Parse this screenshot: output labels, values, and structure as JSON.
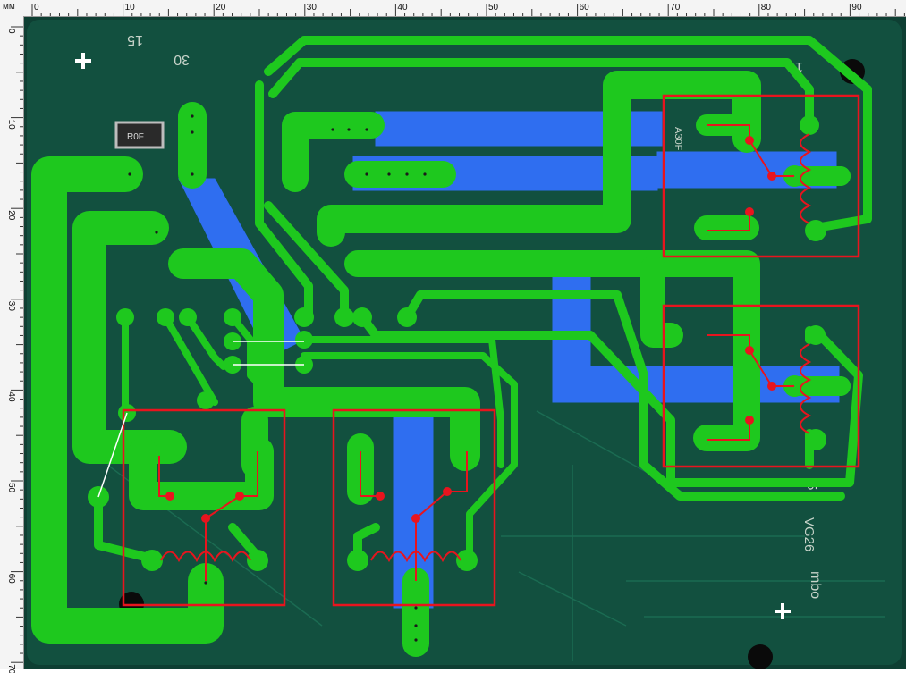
{
  "ruler": {
    "unit": "мм",
    "x_labels": [
      "0",
      "10",
      "20",
      "30",
      "40",
      "50",
      "60",
      "70",
      "80",
      "90"
    ],
    "y_labels": [
      "0",
      "10",
      "20",
      "30",
      "40",
      "50",
      "60",
      "70"
    ]
  },
  "silkscreen": {
    "label_15": "15",
    "label_30": "30",
    "label_16": "16",
    "label_5": "5",
    "label_vg26": "VG26",
    "label_mbo": "mbo",
    "label_r0f": "R0F",
    "label_a30f": "A30F"
  },
  "colors": {
    "board": "#0f4a3a",
    "trace": "#1ec81e",
    "copper_blue": "#2f6ef0",
    "marker": "#e8141e",
    "jumper": "#ffffff"
  }
}
